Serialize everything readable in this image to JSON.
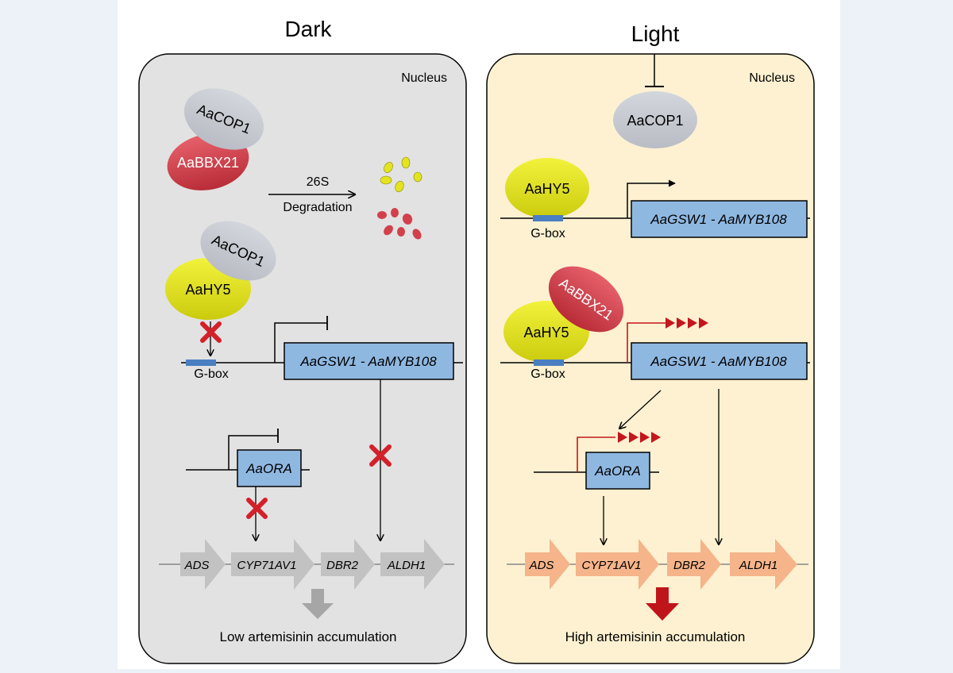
{
  "panels": {
    "dark": {
      "title": "Dark",
      "compartment": "Nucleus",
      "protein_cop1_top": "AaCOP1",
      "protein_bbx21": "AaBBX21",
      "degradation_top": "26S",
      "degradation_bottom": "Degradation",
      "protein_cop1_mid": "AaCOP1",
      "protein_hy5": "AaHY5",
      "gbox": "G-box",
      "gene_gsw1_myb108": "AaGSW1 - AaMYB108",
      "gene_ora": "AaORA",
      "pathway_genes": [
        "ADS",
        "CYP71AV1",
        "DBR2",
        "ALDH1"
      ],
      "outcome": "Low artemisinin accumulation"
    },
    "light": {
      "title": "Light",
      "compartment": "Nucleus",
      "protein_cop1": "AaCOP1",
      "protein_hy5_top": "AaHY5",
      "gbox_top": "G-box",
      "gene_gsw1_myb108_top": "AaGSW1 - AaMYB108",
      "protein_bbx21": "AaBBX21",
      "protein_hy5_bottom": "AaHY5",
      "gbox_bottom": "G-box",
      "gene_gsw1_myb108_bottom": "AaGSW1 - AaMYB108",
      "gene_ora": "AaORA",
      "pathway_genes": [
        "ADS",
        "CYP71AV1",
        "DBR2",
        "ALDH1"
      ],
      "outcome": "High artemisinin accumulation"
    }
  },
  "colors": {
    "dark_panel_fill": "#e2e2e2",
    "light_panel_fill": "#fdf1d1",
    "cop1": "#c6c9d0",
    "bbx21": "#d2404c",
    "hy5": "#e4e41e",
    "gene_box": "#8fb8e1",
    "gbox": "#4a7fc1",
    "inhibit_x": "#d4202a",
    "activation_red": "#c4161c",
    "dark_arrow_gene": "#c2c2c2",
    "light_arrow_gene": "#f5b48a",
    "low_arrow": "#a6a6a6",
    "high_arrow": "#c0141b"
  }
}
